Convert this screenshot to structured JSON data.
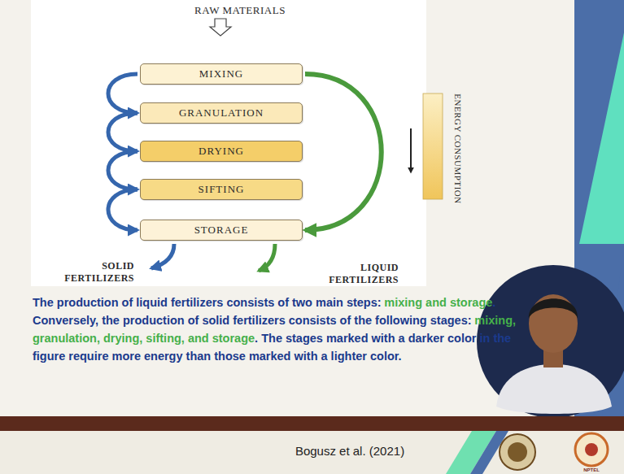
{
  "diagram": {
    "nodes": [
      {
        "text": [
          "MIXING"
        ]
      },
      {
        "text": [
          "GRANULATION"
        ]
      },
      {
        "text": [
          "DRYING"
        ]
      },
      {
        "text": [
          "SIFTING"
        ]
      },
      {
        "text": [
          "STORAGE"
        ]
      }
    ],
    "edges": [
      {
        "from": 0,
        "to": 1,
        "arrow": "to"
      },
      {
        "from": 1,
        "to": 2,
        "arrow": "to"
      },
      {
        "from": 2,
        "to": 3,
        "arrow": "to"
      },
      {
        "from": 3,
        "to": 4,
        "arrow": "to"
      },
      {
        "from": 0,
        "to": 4,
        "arrow": "to"
      }
    ],
    "labels": [
      "RAW MATERIALS",
      "SOLID FERTILIZERS",
      "LIQUID FERTILIZERS",
      "ENERGY CONSUMPTION",
      "The production of liquid fertilizers consists of two main steps:",
      "mixing and storage",
      ". Conversely, the production of solid fertilizers consists of the following stages:",
      "mixing, granulation, drying, sifting, and storage",
      ". The stages marked with a darker color in the figure require more energy than those marked with a lighter color.",
      "Bogusz et al. (2021)",
      "NPTEL"
    ]
  }
}
